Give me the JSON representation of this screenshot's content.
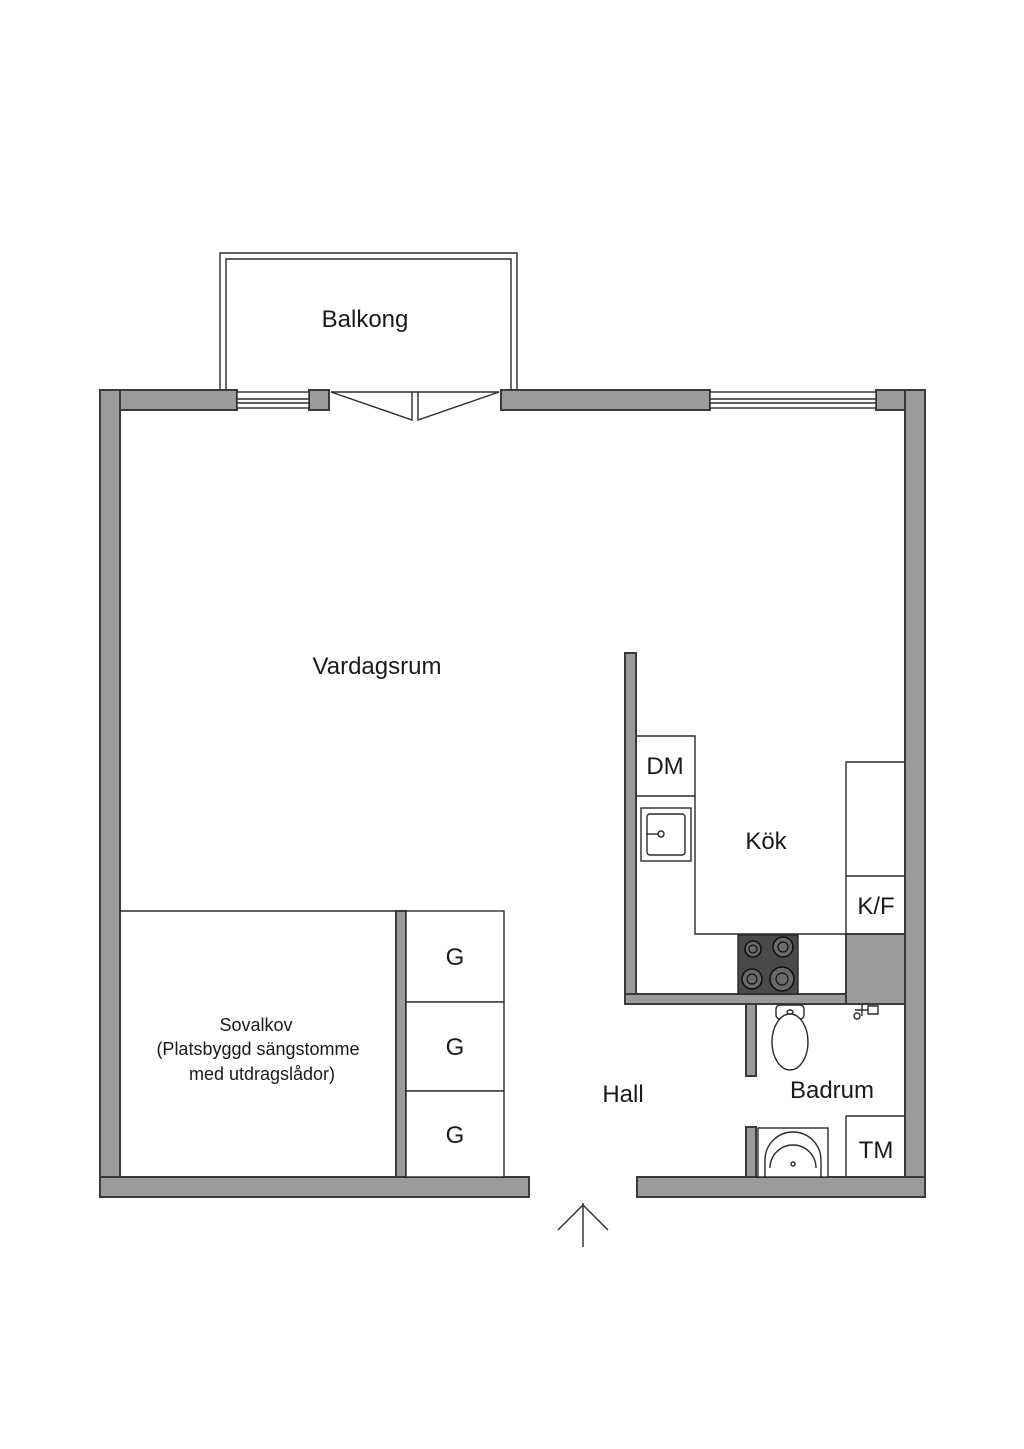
{
  "rooms": {
    "balcony": "Balkong",
    "living": "Vardagsrum",
    "kitchen": "Kök",
    "alcove_title": "Sovalkov",
    "alcove_line2": "(Platsbyggd sängstomme",
    "alcove_line3": "med utdragslådor)",
    "hall": "Hall",
    "bathroom": "Badrum"
  },
  "fixtures": {
    "dishwasher": "DM",
    "fridge_freezer": "K/F",
    "wardrobe_1": "G",
    "wardrobe_2": "G",
    "wardrobe_3": "G",
    "washing_machine": "TM"
  },
  "colors": {
    "wall": "#9b9b9b",
    "line": "#2a2a2a",
    "background": "#ffffff"
  },
  "icons": {
    "entrance": "arrow-up-icon",
    "stove": "cooktop-icon",
    "sink": "kitchen-sink-icon",
    "toilet": "toilet-icon",
    "washbasin": "washbasin-icon",
    "faucet": "faucet-icon"
  }
}
